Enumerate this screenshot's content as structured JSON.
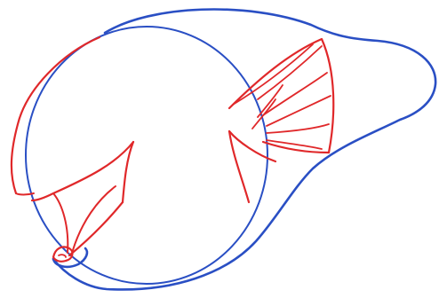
{
  "colors": {
    "background": "#ffffff",
    "outline_blue": "#2a4fc4",
    "guide_red": "#e0282a"
  },
  "drawing": {
    "subject": "fish-sketch",
    "layers": [
      "body-outline",
      "body-guide-circle",
      "pectoral-fin",
      "dorsal-fin",
      "mouth-and-lip"
    ]
  }
}
